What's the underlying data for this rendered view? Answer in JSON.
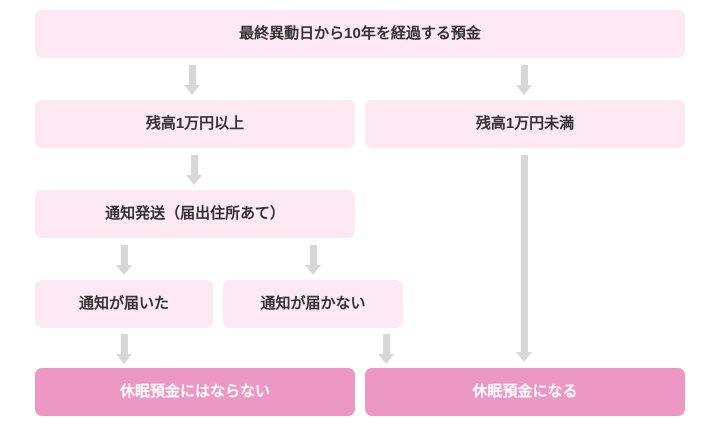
{
  "colors": {
    "background": "#ffffff",
    "node_fill_light": "#fce9f1",
    "node_fill_accent": "#ec97c4",
    "arrow": "#d7d7d7",
    "text_dark": "#333333",
    "text_on_accent": "#ffffff"
  },
  "flowchart": {
    "nodes": {
      "root": {
        "label": "最終異動日から10年を経過する預金"
      },
      "balance_over": {
        "label": "残高1万円以上"
      },
      "balance_under": {
        "label": "残高1万円未満"
      },
      "notice_sent": {
        "label": "通知発送（届出住所あて）"
      },
      "notice_received": {
        "label": "通知が届いた"
      },
      "notice_not_received": {
        "label": "通知が届かない"
      },
      "not_dormant": {
        "label": "休眠預金にはならない"
      },
      "dormant": {
        "label": "休眠預金になる"
      }
    }
  }
}
